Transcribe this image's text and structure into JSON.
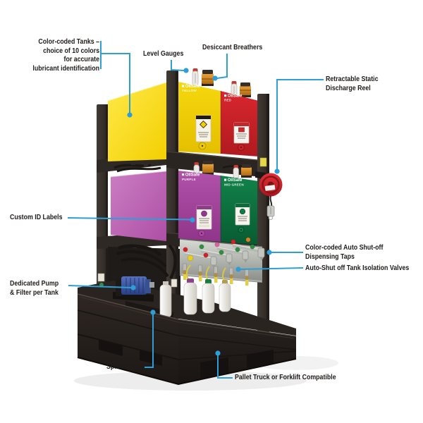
{
  "callouts": {
    "color_coded_tanks": {
      "line1": "Color-coded Tanks –",
      "line2": "choice of 10 colors",
      "line3": "for accurate",
      "line4": "lubricant identification"
    },
    "level_gauges": {
      "label": "Level Gauges"
    },
    "desiccant_breathers": {
      "label": "Desiccant Breathers"
    },
    "static_discharge_reel": {
      "line1": "Retractable Static",
      "line2": "Discharge Reel"
    },
    "custom_id_labels": {
      "label": "Custom ID Labels"
    },
    "dispensing_taps": {
      "line1": "Color-coded Auto Shut-off",
      "line2": "Dispensing Taps"
    },
    "isolation_valves": {
      "label": "Auto-Shut off Tank Isolation Valves"
    },
    "dedicated_pump": {
      "line1": "Dedicated Pump",
      "line2": "& Filter per Tank"
    },
    "spill_pallet": {
      "label": "Spill Pallet"
    },
    "pallet_truck": {
      "label": "Pallet Truck or Forklift Compatible"
    }
  },
  "product": {
    "brand": "OilSafe",
    "tanks": {
      "yellow": {
        "brand": "OilSafe",
        "name": "YELLOW",
        "color": "#f2d206"
      },
      "red": {
        "brand": "OilSafe",
        "name": "RED",
        "color": "#cd2127"
      },
      "purple": {
        "brand": "OilSafe",
        "name": "PURPLE",
        "color": "#a848a0"
      },
      "green": {
        "brand": "OilSafe",
        "name": "MID GREEN",
        "color": "#0e7c45"
      }
    }
  },
  "palette": {
    "callout_line": "#2e9ed6",
    "label_text": "#1f1c1a",
    "frame": "#38312d",
    "pallet": "#27211e",
    "background": "#ffffff"
  }
}
